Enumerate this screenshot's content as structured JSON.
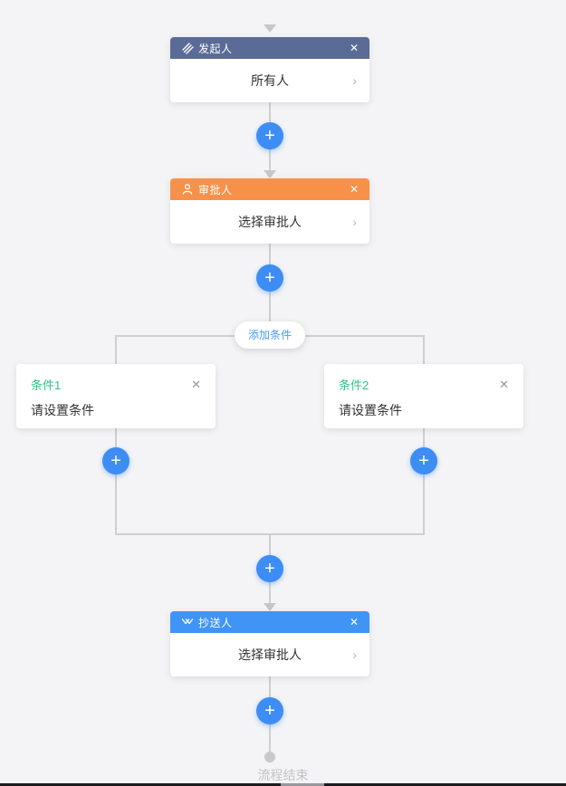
{
  "flow": {
    "nodes": {
      "initiator": {
        "title": "发起人",
        "icon": "signature-strokes-icon",
        "close_label": "✕",
        "body": "所有人",
        "chevron_label": "›",
        "header_color": "#5a6b96"
      },
      "approver": {
        "title": "审批人",
        "icon": "person-icon",
        "close_label": "✕",
        "body": "选择审批人",
        "chevron_label": "›",
        "header_color": "#f7914a"
      },
      "cc": {
        "title": "抄送人",
        "icon": "double-v-icon",
        "close_label": "✕",
        "body": "选择审批人",
        "chevron_label": "›",
        "header_color": "#3f94f6"
      }
    },
    "add_node_label": "+",
    "add_condition_label": "添加条件",
    "conditions": [
      {
        "title": "条件1",
        "close_label": "✕",
        "body": "请设置条件"
      },
      {
        "title": "条件2",
        "close_label": "✕",
        "body": "请设置条件"
      }
    ],
    "end_label": "流程结束",
    "colors": {
      "background": "#f4f4f6",
      "connector": "#cfcfcf",
      "plus_button": "#3d8df5",
      "initiator_header": "#5a6b96",
      "approver_header": "#f7914a",
      "cc_header": "#3f94f6",
      "condition_title_green": "#30c287",
      "pill_text_blue": "#4a9af5",
      "end_text_gray": "#c3c3c6"
    }
  }
}
